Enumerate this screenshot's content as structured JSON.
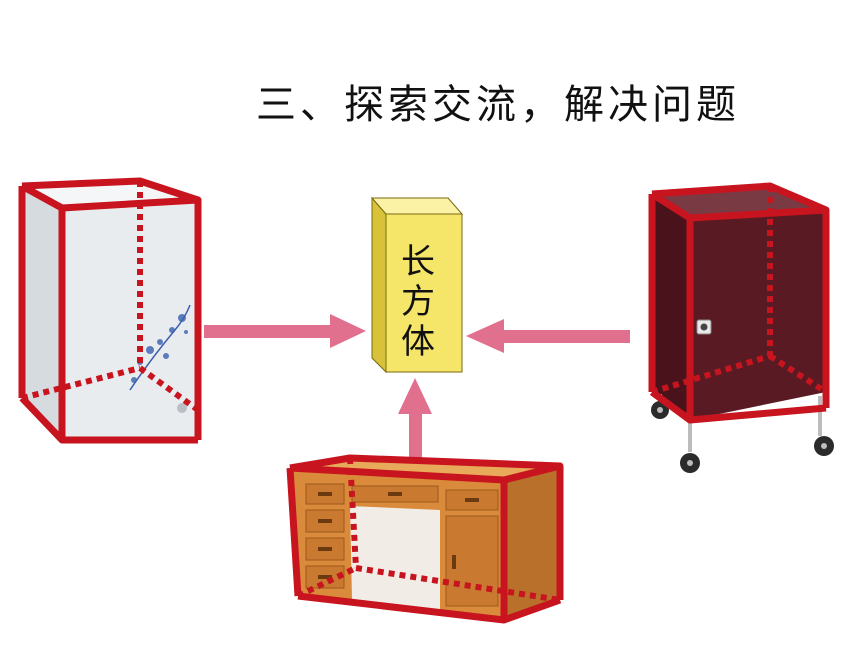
{
  "slide": {
    "title": "三、探索交流，解决问题",
    "center_box": {
      "label_chars": [
        "长",
        "方",
        "体"
      ],
      "color": "#f5e66a"
    },
    "objects": [
      {
        "name": "refrigerator",
        "icon": "fridge-icon"
      },
      {
        "name": "cabinet",
        "icon": "cabinet-icon"
      },
      {
        "name": "desk",
        "icon": "desk-icon"
      }
    ],
    "colors": {
      "frame": "#c8141e",
      "arrow": "#e0708e",
      "cabinet": "#5a1a24",
      "desk": "#d98a3a"
    }
  }
}
